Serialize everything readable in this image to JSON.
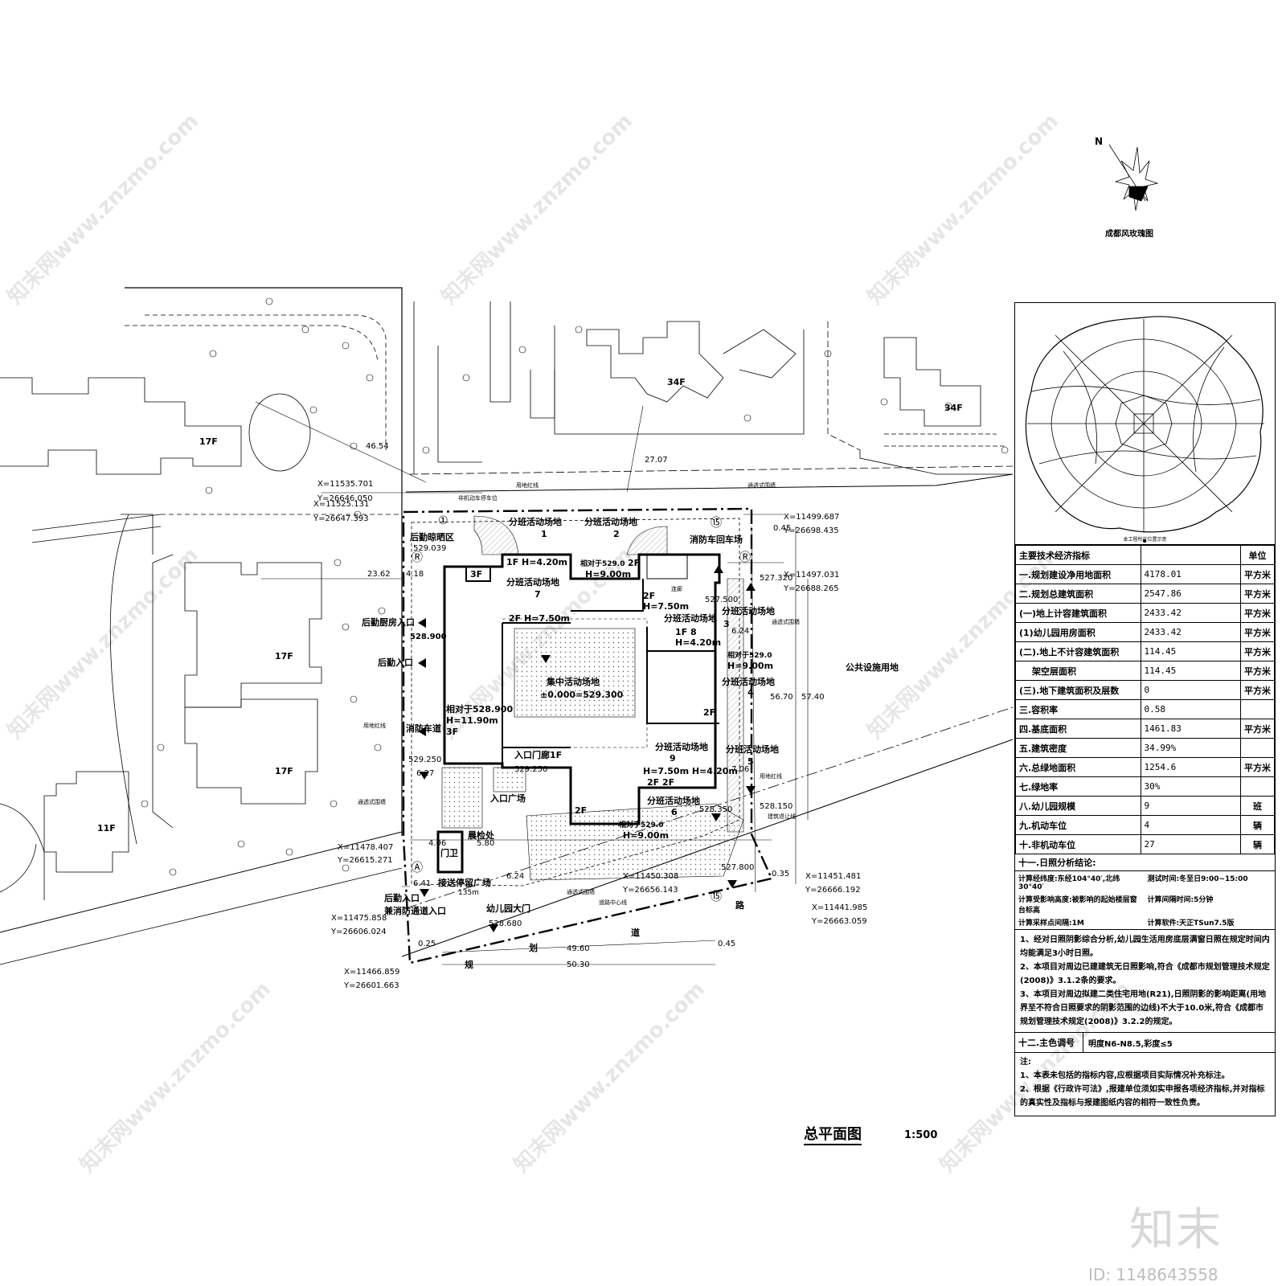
{
  "drawing": {
    "title": "总平面图",
    "scale": "1:500",
    "wind_rose_title": "成都风玫瑰图",
    "north": "N",
    "brand": "知末",
    "image_id": "ID: 1148643558",
    "watermark": "知末网www.znzmo.com"
  },
  "site_labels": {
    "zone1": "分班活动场地",
    "zone1_num": "1",
    "zone2": "分班活动场地",
    "zone2_num": "2",
    "fire_turn": "消防车回车场",
    "kitchen_dry": "后勤晾晒区",
    "b_1f": "1F H=4.20m",
    "b_3f": "3F",
    "zone7": "分班活动场地",
    "zone7_num": "7",
    "rel_top": "相对于529.0",
    "rel_top_h": "H=9.00m",
    "b_2f_top": "2F",
    "kitchen_entry": "后勤厨房入口",
    "elev_5289": "528.900",
    "logistics_entry": "后勤入口",
    "b_2f_h75": "2F H=7.50m",
    "b_2f_h75_r": "2F",
    "b_h75_r": "H=7.50m",
    "zone8_a": "分班活动场地",
    "zone8_b": "1F 8",
    "zone8_c": "H=4.20m",
    "central_field": "集中活动场地",
    "zero_level": "±0.000=529.300",
    "rel_main": "相对于528.900",
    "rel_main_h": "H=11.90m",
    "rel_main_f": "3F",
    "fire_lane": "消防车道",
    "zone4": "分班活动场地",
    "zone4_num": "4",
    "rel_right": "相对于529.0",
    "rel_right_h": "H=9.00m",
    "b_2f_right": "2F",
    "zone_r3": "分班活动场地",
    "zone_r3_num": "3",
    "zone9": "分班活动场地",
    "zone9_num": "9",
    "zone9_h": "H=7.50m H=4.20m",
    "zone9_f": "2F   2F",
    "entry_hall": "入口门廊1F",
    "zone5": "分班活动场地",
    "zone5_num": "5",
    "entry_plaza": "入口广场",
    "b_2f_bottom": "2F",
    "zone6": "分班活动场地",
    "zone6_num": "6",
    "rel_bottom": "相对于529.0",
    "rel_bottom_h": "H=9.00m",
    "morning_check": "晨检处",
    "guard": "门卫",
    "dropoff": "接送停留广场",
    "back_entry": "后勤入口",
    "fire_entry": "兼消防通道入口",
    "main_gate": "幼儿园大门",
    "public_land": "公共设施用地",
    "road_a": "路",
    "road_b": "道",
    "road_c": "划",
    "road_d": "规",
    "bldg_17f_a": "17F",
    "bldg_17f_b": "17F",
    "bldg_17f_c": "17F",
    "bldg_11f": "11F",
    "bldg_34f_a": "34F",
    "bldg_34f_b": "34F",
    "line_redline": "用地红线",
    "line_fence": "通透式围墙",
    "line_corridor": "连廊",
    "line_center": "道路中心线",
    "line_redline2": "用地红线",
    "line_setback": "建筑退让线",
    "line_fence2": "通透式围墙",
    "parking": "非机动车停车位"
  },
  "elevations": {
    "e1": "529.039",
    "e2": "527.500",
    "e3": "527.320",
    "e4": "529.250",
    "e5": "529.250",
    "e6": "528.350",
    "e7": "528.150",
    "e8": "527.800",
    "e9": "528.680"
  },
  "dimensions": {
    "d_4654": "46.54",
    "d_2707": "27.07",
    "d_2362": "23.62",
    "d_418": "4.18",
    "d_045a": "0.45",
    "d_6024": "6.24",
    "d_5670": "56.70",
    "d_5740": "57.40",
    "d_706": "7.06",
    "d_627": "6.27",
    "d_406": "4.06",
    "d_580": "5.80",
    "d_641": "6.41",
    "d_624": "6.24",
    "d_035": "0.35",
    "d_025": "0.25",
    "d_4960": "49.60",
    "d_045b": "0.45",
    "d_5030": "50.30",
    "d_135": "135m"
  },
  "coordinates": {
    "c1": [
      "X=11535.701",
      "Y=26646.050"
    ],
    "c2": [
      "X=11525.131",
      "Y=26647.393"
    ],
    "c3": [
      "X=11499.687",
      "Y=26698.435"
    ],
    "c4": [
      "X=11497.031",
      "Y=26688.265"
    ],
    "c5": [
      "X=11478.407",
      "Y=26615.271"
    ],
    "c6": [
      "X=11475.858",
      "Y=26606.024"
    ],
    "c7": [
      "X=11450.308",
      "Y=26656.143"
    ],
    "c8": [
      "X=11451.481",
      "Y=26666.192"
    ],
    "c9": [
      "X=11441.985",
      "Y=26663.059"
    ],
    "c10": [
      "X=11466.859",
      "Y=26601.663"
    ]
  },
  "markers": {
    "axis_1": "①",
    "axis_15": "⑮",
    "axis_A": "Ⓐ",
    "r_mark": "Ⓡ"
  },
  "tech_table": {
    "map_caption": "本工程所在位置示意",
    "header": {
      "name": "主要技术经济指标",
      "value": "",
      "unit": "单位"
    },
    "rows": [
      {
        "name": "一.规划建设净用地面积",
        "value": "4178.01",
        "unit": "平方米"
      },
      {
        "name": "二.规划总建筑面积",
        "value": "2547.86",
        "unit": "平方米"
      },
      {
        "name": "(一)地上计容建筑面积",
        "value": "2433.42",
        "unit": "平方米"
      },
      {
        "name": "(1)幼儿园用房面积",
        "value": "2433.42",
        "unit": "平方米"
      },
      {
        "name": "(二).地上不计容建筑面积",
        "value": "114.45",
        "unit": "平方米"
      },
      {
        "name": "架空层面积",
        "value": "114.45",
        "unit": "平方米"
      },
      {
        "name": "(三).地下建筑面积及层数",
        "value": "0",
        "unit": "平方米"
      },
      {
        "name": "三.容积率",
        "value": "0.58",
        "unit": ""
      },
      {
        "name": "四.基底面积",
        "value": "1461.83",
        "unit": "平方米"
      },
      {
        "name": "五.建筑密度",
        "value": "34.99%",
        "unit": ""
      },
      {
        "name": "六.总绿地面积",
        "value": "1254.6",
        "unit": "平方米"
      },
      {
        "name": "七.绿地率",
        "value": "30%",
        "unit": ""
      },
      {
        "name": "八.幼儿园规模",
        "value": "9",
        "unit": "班"
      },
      {
        "name": "九.机动车位",
        "value": "4",
        "unit": "辆"
      },
      {
        "name": "十.非机动车位",
        "value": "27",
        "unit": "辆"
      }
    ],
    "sun_title": "十一.日照分析结论:",
    "sun_items": [
      "计算经纬度:东经104°40′,北纬30°40′",
      "测试时间:冬至日9:00~15:00",
      "计算受影响高度:被影响的起始楼层窗台标高",
      "计算间隔时间:5分钟",
      "计算采样点间隔:1M",
      "计算软件:天正TSun7.5版"
    ],
    "notes": [
      "1、经对日照阴影综合分析,幼儿园生活用房底层满窗日照在规定时间内均能满足3小时日照。",
      "2、本项目对周边已建建筑无日照影响,符合《成都市规划管理技术规定(2008)》3.1.2条的要求。",
      "3、本项目对周边拟建二类住宅用地(R21),日照阴影的影响距离(用地界至不符合日照要求的阴影范围的边线)不大于10.0米,符合《成都市规划管理技术规定(2008)》3.2.2的规定。"
    ],
    "color_key": "十二.主色调号",
    "color_value": "明度N6-N8.5,彩度≤5",
    "remark_title": "注:",
    "remarks": [
      "1、本表未包括的指标内容,应根据项目实际情况补充标注。",
      "2、根据《行政许可法》,报建单位须如实申报各项经济指标,并对指标的真实性及指标与报建图纸内容的相符一致性负责。"
    ]
  }
}
